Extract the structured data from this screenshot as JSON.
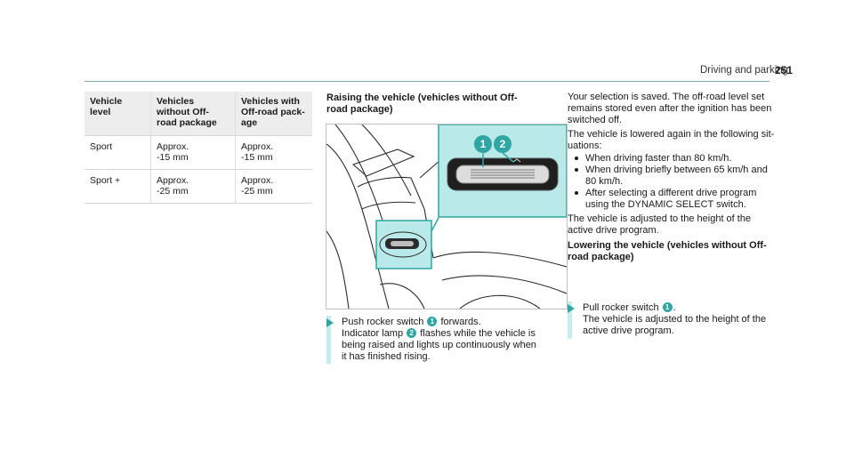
{
  "header": {
    "section": "Driving and parking",
    "page": "251"
  },
  "table": {
    "headers": [
      [
        "Vehicle",
        "level"
      ],
      [
        "Vehicles",
        "without Off-",
        "road package"
      ],
      [
        "Vehicles with",
        "Off-road pack-",
        "age"
      ]
    ],
    "rows": [
      {
        "level": "Sport",
        "without": [
          "Approx.",
          "-15 mm"
        ],
        "with": [
          "Approx.",
          "-15 mm"
        ]
      },
      {
        "level": "Sport +",
        "without": [
          "Approx.",
          "-25 mm"
        ],
        "with": [
          "Approx.",
          "-25 mm"
        ]
      }
    ]
  },
  "raising": {
    "title_line1": "Raising the vehicle (vehicles without Off-",
    "title_line2": "road package)",
    "step_a": "Push rocker switch",
    "step_b": "forwards.",
    "step_c": "Indicator lamp",
    "step_d": "flashes while the vehicle is",
    "step_e": "being raised and lights up continuously when",
    "step_f": "it has finished rising.",
    "callout_1": "1",
    "callout_2": "2"
  },
  "right": {
    "p1_l1": "Your selection is saved. The off-road level set",
    "p1_l2": "remains stored even after the ignition has been",
    "p1_l3": "switched off.",
    "p2_l1": "The vehicle is lowered again in the following sit-",
    "p2_l2": "uations:",
    "bullet1": "When driving faster than 80 km/h.",
    "bullet2_l1": "When driving briefly between 65 km/h and",
    "bullet2_l2": "80 km/h.",
    "bullet3_l1": "After selecting a different drive program",
    "bullet3_l2": "using the DYNAMIC SELECT switch.",
    "p3_l1": "The vehicle is adjusted to the height of the",
    "p3_l2": "active drive program.",
    "lower_title_l1": "Lowering the vehicle (vehicles without Off-",
    "lower_title_l2": "road package)",
    "step_a": "Pull rocker switch",
    "step_b": ".",
    "step_c": "The vehicle is adjusted to the height of the",
    "step_d": "active drive program.",
    "callout_1": "1"
  },
  "colors": {
    "accent": "#2fa6a3",
    "highlight": "#c6ecec",
    "inset_bg": "#b9e9e8"
  }
}
